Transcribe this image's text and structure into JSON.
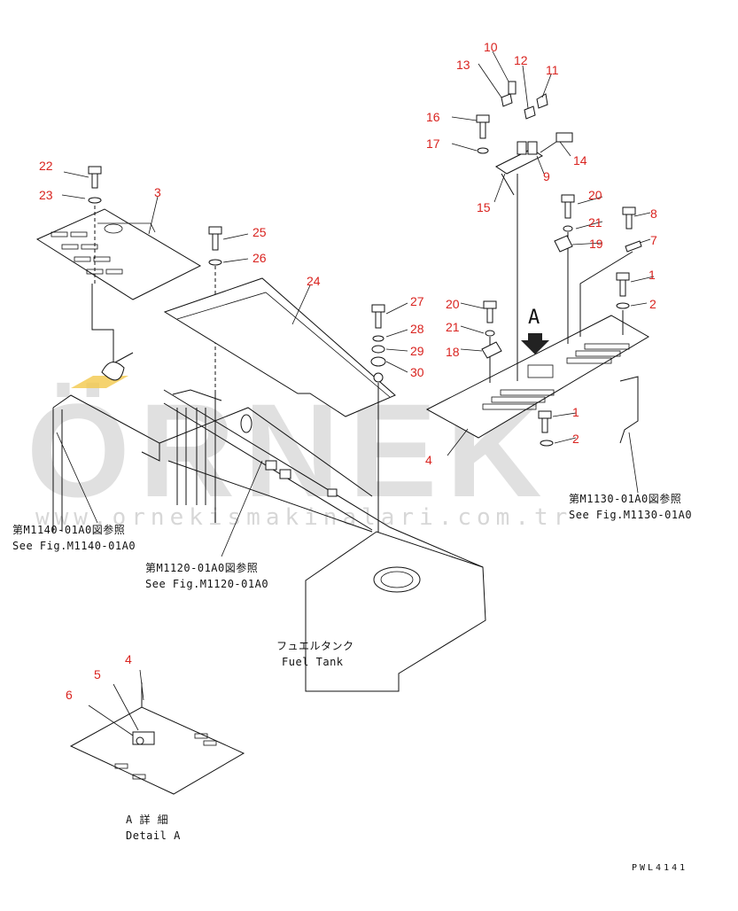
{
  "callouts": [
    "1",
    "1",
    "2",
    "2",
    "3",
    "4",
    "4",
    "5",
    "6",
    "7",
    "8",
    "9",
    "10",
    "11",
    "12",
    "13",
    "14",
    "15",
    "16",
    "17",
    "18",
    "19",
    "20",
    "20",
    "21",
    "21",
    "22",
    "23",
    "24",
    "25",
    "26",
    "27",
    "28",
    "29",
    "30"
  ],
  "refs": {
    "m1140_jp": "第M1140-01A0図参照",
    "m1140_en": "See Fig.M1140-01A0",
    "m1120_jp": "第M1120-01A0図参照",
    "m1120_en": "See Fig.M1120-01A0",
    "m1130_jp": "第M1130-01A0図参照",
    "m1130_en": "See Fig.M1130-01A0"
  },
  "fuel_tank": {
    "jp": "フュエルタンク",
    "en": "Fuel Tank"
  },
  "detail": {
    "jp": "A 詳 細",
    "en": "Detail A",
    "marker": "A"
  },
  "drawing_code": "PWL4141",
  "watermark": {
    "brand": "ÖRNEK",
    "url": "www.ornekismakinalari.com.tr"
  },
  "colors": {
    "callout": "#d9231f",
    "watermark": "#c8c8c8",
    "accent": "#f2c84b"
  }
}
